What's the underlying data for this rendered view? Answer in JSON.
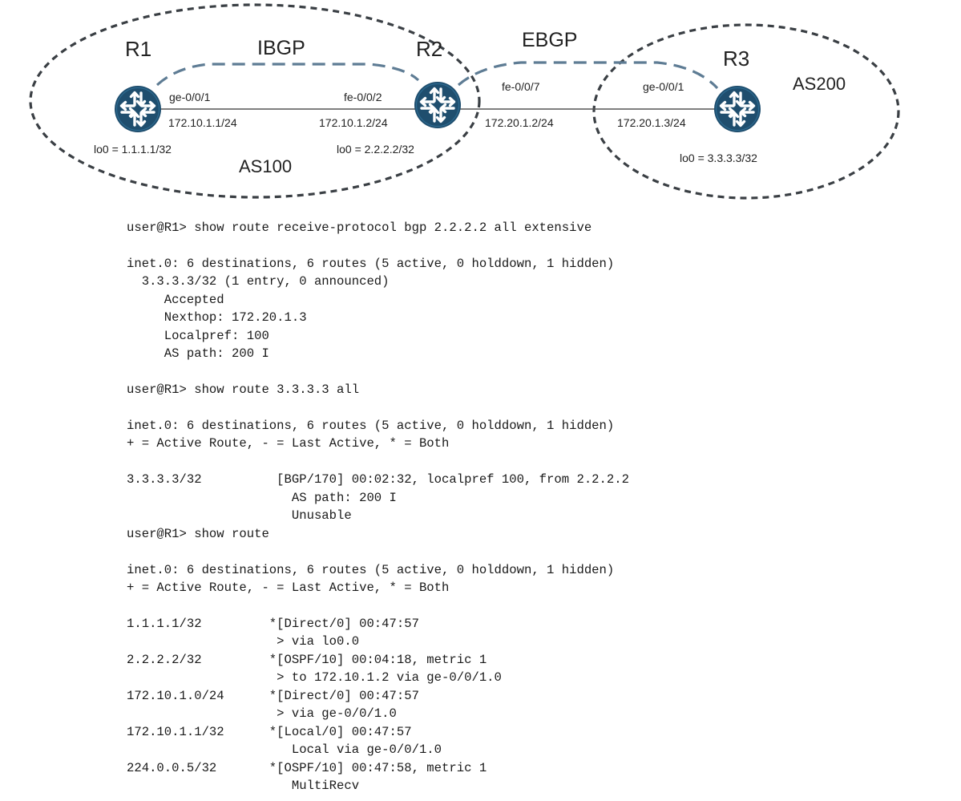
{
  "routers": {
    "r1": {
      "name": "R1",
      "loopback": "lo0 = 1.1.1.1/32"
    },
    "r2": {
      "name": "R2",
      "loopback": "lo0 = 2.2.2.2/32"
    },
    "r3": {
      "name": "R3",
      "loopback": "lo0 = 3.3.3.3/32"
    }
  },
  "sessions": {
    "ibgp": "IBGP",
    "ebgp": "EBGP"
  },
  "as_groups": {
    "as100": "AS100",
    "as200": "AS200"
  },
  "links": {
    "r1_r2": {
      "r1_interface": "ge-0/0/1",
      "r1_address": "172.10.1.1/24",
      "r2_interface": "fe-0/0/2",
      "r2_address": "172.10.1.2/24"
    },
    "r2_r3": {
      "r2_interface": "fe-0/0/7",
      "r2_address": "172.20.1.2/24",
      "r3_interface": "ge-0/0/1",
      "r3_address": "172.20.1.3/24"
    }
  },
  "colors": {
    "router_fill": "#1f4e6e",
    "router_arrows": "#ffffff",
    "dashed_outline": "#3a3f44",
    "ibgp_ebgp_dash": "#5e7c94",
    "link_line": "#555555"
  },
  "cli_output": [
    "user@R1> show route receive-protocol bgp 2.2.2.2 all extensive",
    "",
    "inet.0: 6 destinations, 6 routes (5 active, 0 holddown, 1 hidden)",
    "  3.3.3.3/32 (1 entry, 0 announced)",
    "     Accepted",
    "     Nexthop: 172.20.1.3",
    "     Localpref: 100",
    "     AS path: 200 I",
    "",
    "user@R1> show route 3.3.3.3 all",
    "",
    "inet.0: 6 destinations, 6 routes (5 active, 0 holddown, 1 hidden)",
    "+ = Active Route, - = Last Active, * = Both",
    "",
    "3.3.3.3/32          [BGP/170] 00:02:32, localpref 100, from 2.2.2.2",
    "                      AS path: 200 I",
    "                      Unusable",
    "user@R1> show route",
    "",
    "inet.0: 6 destinations, 6 routes (5 active, 0 holddown, 1 hidden)",
    "+ = Active Route, - = Last Active, * = Both",
    "",
    "1.1.1.1/32         *[Direct/0] 00:47:57",
    "                    > via lo0.0",
    "2.2.2.2/32         *[OSPF/10] 00:04:18, metric 1",
    "                    > to 172.10.1.2 via ge-0/0/1.0",
    "172.10.1.0/24      *[Direct/0] 00:47:57",
    "                    > via ge-0/0/1.0",
    "172.10.1.1/32      *[Local/0] 00:47:57",
    "                      Local via ge-0/0/1.0",
    "224.0.0.5/32       *[OSPF/10] 00:47:58, metric 1",
    "                      MultiRecv"
  ]
}
